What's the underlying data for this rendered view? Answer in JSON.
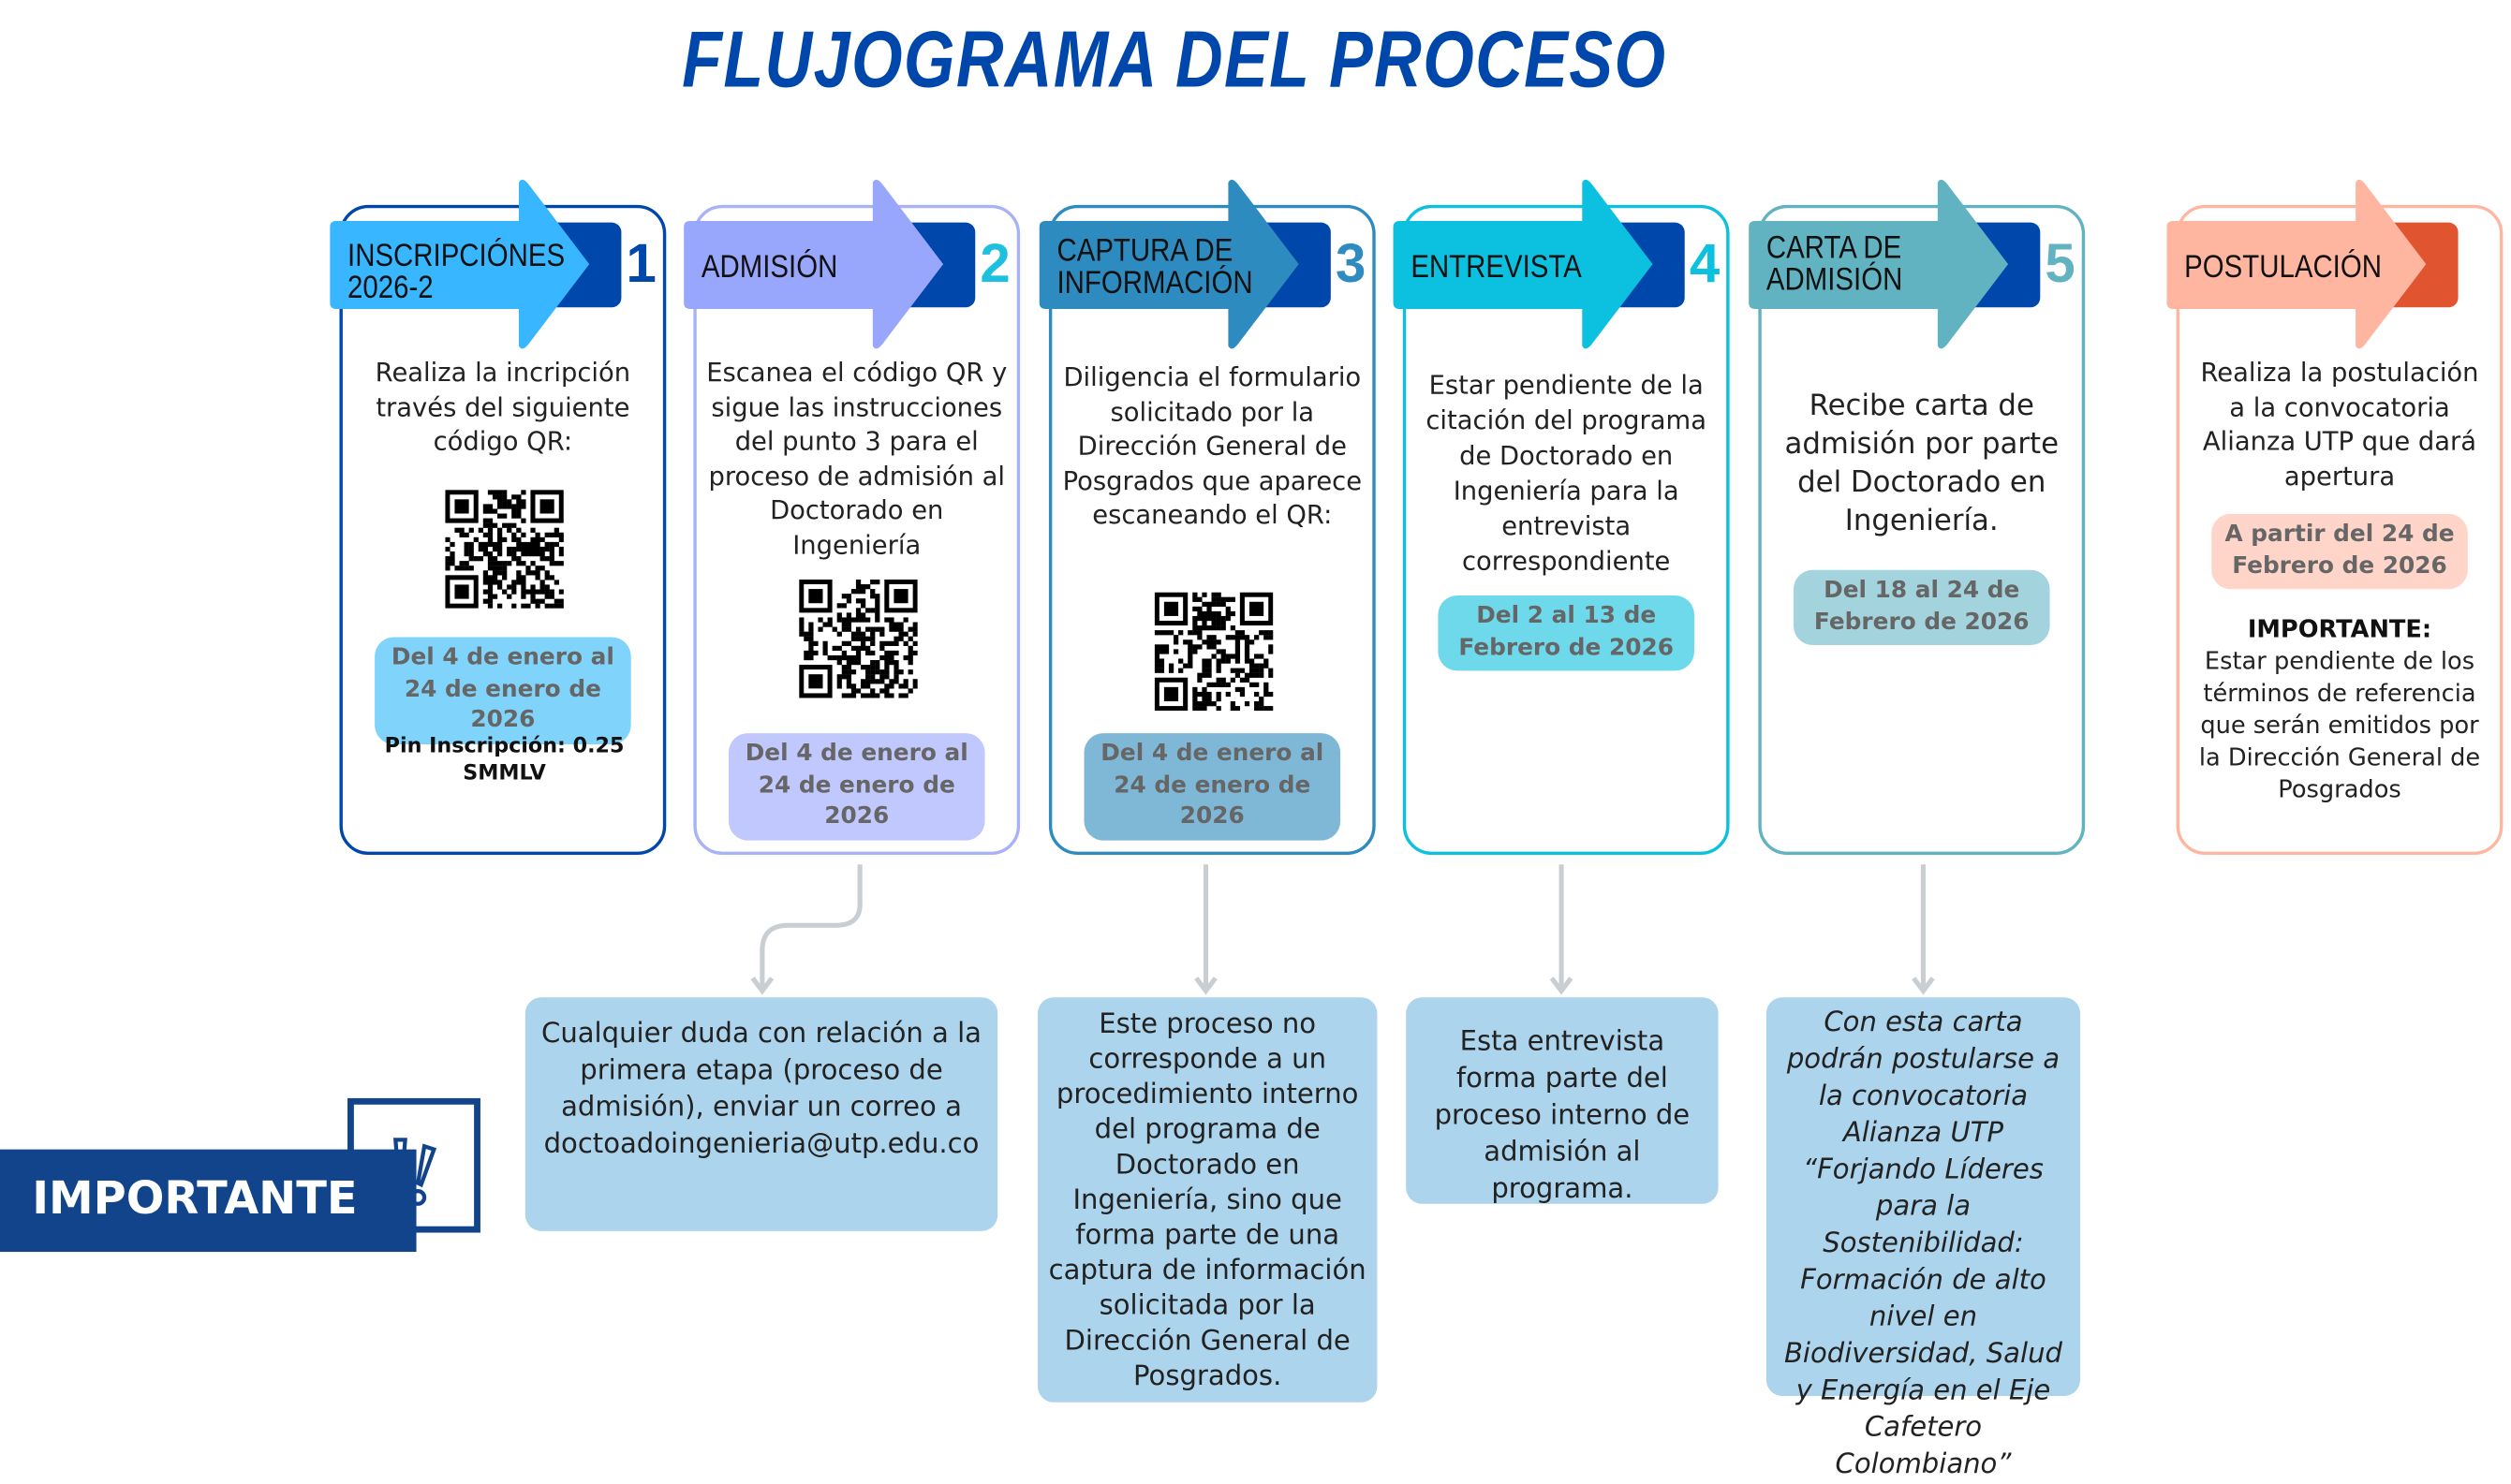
{
  "title": "FLUJOGRAMA DEL PROCESO",
  "steps": [
    {
      "number": "1",
      "header": "INSCRIPCIÓNES\n2026-2",
      "body": "Realiza la incripción través del siguiente código QR:",
      "date": "Del 4 de enero al 24 de enero de 2026",
      "extra": "Pin Inscripción:  0.25 SMMLV",
      "colors": {
        "arrow": "#38b6ff",
        "tab": "#0047ab",
        "border": "#0047ab",
        "number": "#0047ab",
        "date": "#80d4fc"
      }
    },
    {
      "number": "2",
      "header": "ADMISIÓN",
      "body": "Escanea el código QR y sigue las instrucciones del punto 3 para el proceso de admisión al Doctorado en Ingeniería",
      "date": "Del 4 de enero al 24 de enero de 2026",
      "colors": {
        "arrow": "#98a6fb",
        "tab": "#0047ab",
        "border": "#a8b3f7",
        "number": "#1ec0e0",
        "date": "#c0c8fd"
      }
    },
    {
      "number": "3",
      "header": "CAPTURA DE\nINFORMACIÓN",
      "body": "Diligencia el formulario solicitado por la Dirección General de Posgrados que aparece escaneando el QR:",
      "date": "Del 4 de enero al 24 de enero de 2026",
      "colors": {
        "arrow": "#2e8bc0",
        "tab": "#0047ab",
        "border": "#2e8bc0",
        "number": "#2e8bc0",
        "date": "#7fb7d7"
      }
    },
    {
      "number": "4",
      "header": "ENTREVISTA",
      "body": "Estar pendiente de la citación del programa de Doctorado en Ingeniería para la entrevista correspondiente",
      "date": "Del 2 al 13 de Febrero de 2026",
      "colors": {
        "arrow": "#0cc0df",
        "tab": "#0047ab",
        "border": "#0cc0df",
        "number": "#0cc0df",
        "date": "#6dd9eb"
      }
    },
    {
      "number": "5",
      "header": "CARTA DE\nADMISIÓN",
      "body": "Recibe carta de admisión por parte del Doctorado en Ingeniería.",
      "date": "Del 18 al 24 de Febrero de 2026",
      "colors": {
        "arrow": "#62b3c1",
        "tab": "#0047ab",
        "border": "#62b3c1",
        "number": "#62b3c1",
        "date": "#a3d4dd"
      }
    },
    {
      "number": "",
      "header": "POSTULACIÓN",
      "body": "Realiza la postulación a la convocatoria Alianza UTP que dará apertura",
      "date": "A partir del 24 de Febrero de 2026",
      "important_label": "IMPORTANTE:",
      "important_text": "Estar pendiente de los términos de referencia que serán emitidos por la Dirección General de Posgrados",
      "colors": {
        "arrow": "#ffb6a1",
        "tab": "#e05530",
        "border": "#ffb6a1",
        "number": "#e05530",
        "date": "#ffd4c9"
      }
    }
  ],
  "notes": [
    "Cualquier duda con relación a la primera etapa (proceso de admisión), enviar  un correo a doctoadoingenieria@utp.edu.co",
    "Este proceso no corresponde a un procedimiento interno del programa de Doctorado en Ingeniería, sino que forma parte de una captura de información solicitada por la Dirección General de Posgrados.",
    "Esta entrevista forma parte del proceso interno de admisión al programa.",
    "Con esta carta podrán postularse a la convocatoria Alianza UTP “Forjando Líderes para la Sostenibilidad: Formación de alto nivel en Biodiversidad, Salud y Energía en el Eje Cafetero Colombiano”"
  ],
  "important_banner": {
    "label": "IMPORTANTE",
    "icon": "exclamation-icon",
    "color": "#11448a"
  }
}
